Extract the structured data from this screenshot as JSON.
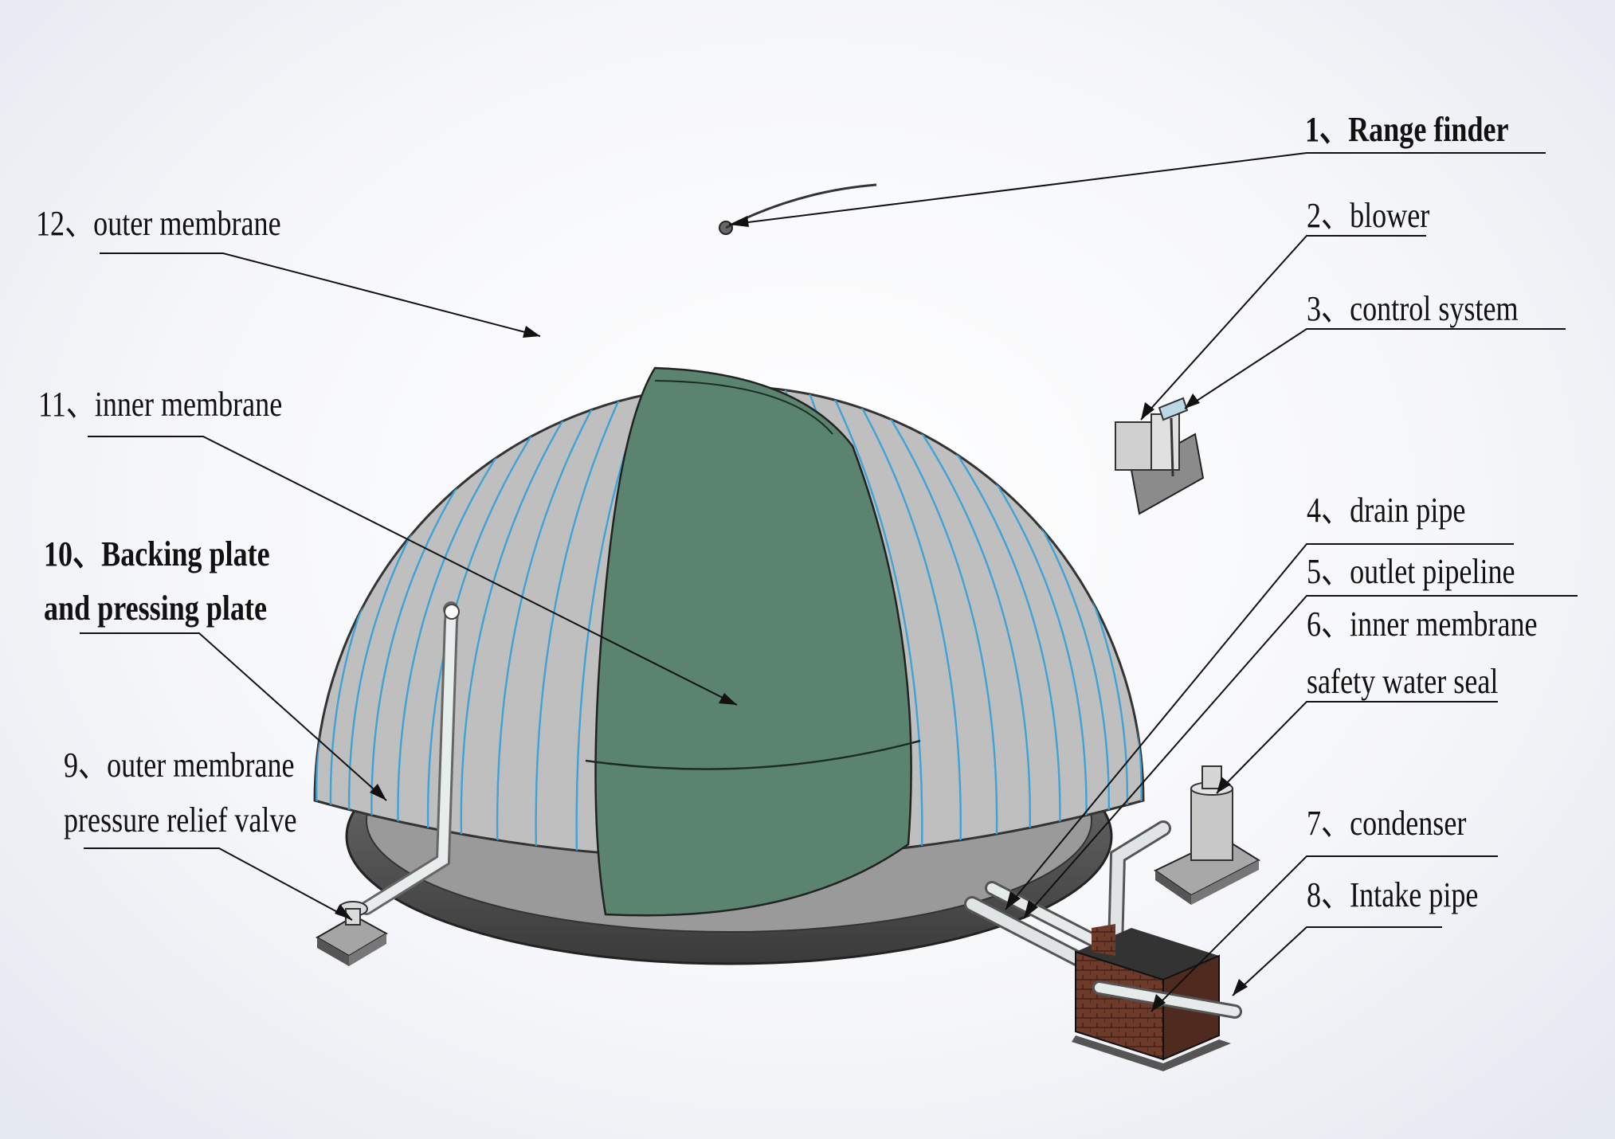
{
  "labels": {
    "l1": "1、Range finder",
    "l2": "2、blower",
    "l3": "3、control system",
    "l4": "4、drain pipe",
    "l5": "5、outlet pipeline",
    "l6a": "6、inner membrane",
    "l6b": "safety water seal",
    "l7": "7、condenser",
    "l8": "8、Intake pipe",
    "l9a": "9、outer membrane",
    "l9b": "pressure relief valve",
    "l10a": "10、Backing plate",
    "l10b": "and pressing plate",
    "l11": "11、inner membrane",
    "l12": "12、outer membrane"
  },
  "colors": {
    "outer_membrane": "#bdbdbd",
    "seam_lines": "#3fa3d6",
    "inner_membrane": "#5a8470",
    "base_ring": "#555555",
    "brick_pit": "#6b3a2a",
    "pipe": "#d8dcdc"
  }
}
